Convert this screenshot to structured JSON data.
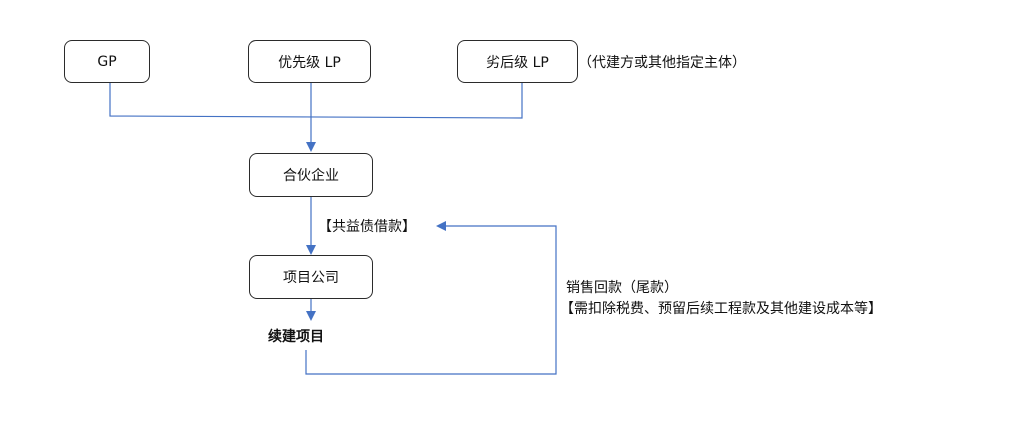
{
  "nodes": {
    "gp": "GP",
    "senior_lp": "优先级 LP",
    "junior_lp": "劣后级 LP",
    "junior_lp_note": "（代建方或其他指定主体）",
    "partnership": "合伙企业",
    "project_company": "项目公司",
    "continuing_project": "续建项目"
  },
  "edge_labels": {
    "investment": "【共益债借款】",
    "sales_line1": "销售回款（尾款）",
    "sales_line2": "【需扣除税费、预留后续工程款及其他建设成本等】"
  },
  "colors": {
    "connector": "#4472C4",
    "box_border": "#2b2b2b"
  }
}
